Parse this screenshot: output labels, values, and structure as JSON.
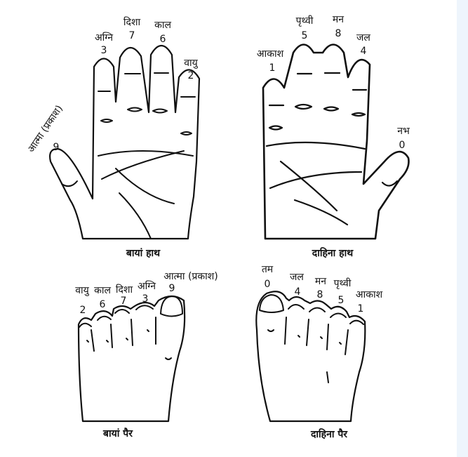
{
  "left_hand": {
    "caption": "बायां हाथ",
    "fingers": [
      {
        "name": "अग्नि",
        "number": "3"
      },
      {
        "name": "दिशा",
        "number": "7"
      },
      {
        "name": "काल",
        "number": "6"
      },
      {
        "name": "वायु",
        "number": "2"
      },
      {
        "name": "आत्मा (प्रकाश)",
        "number": "9"
      }
    ]
  },
  "right_hand": {
    "caption": "दाहिना हाथ",
    "fingers": [
      {
        "name": "आकाश",
        "number": "1"
      },
      {
        "name": "पृथ्वी",
        "number": "5"
      },
      {
        "name": "मन",
        "number": "8"
      },
      {
        "name": "जल",
        "number": "4"
      },
      {
        "name": "नभ",
        "number": "0"
      }
    ]
  },
  "left_foot": {
    "caption": "बायां पैर",
    "toes": [
      {
        "name": "वायु",
        "number": "2"
      },
      {
        "name": "काल",
        "number": "6"
      },
      {
        "name": "दिशा",
        "number": "7"
      },
      {
        "name": "अग्नि",
        "number": "3"
      },
      {
        "name": "आत्मा (प्रकाश)",
        "number": "9"
      }
    ]
  },
  "right_foot": {
    "caption": "दाहिना पैर",
    "toes": [
      {
        "name": "तम",
        "number": "0"
      },
      {
        "name": "जल",
        "number": "4"
      },
      {
        "name": "मन",
        "number": "8"
      },
      {
        "name": "पृथ्वी",
        "number": "5"
      },
      {
        "name": "आकाश",
        "number": "1"
      }
    ]
  }
}
